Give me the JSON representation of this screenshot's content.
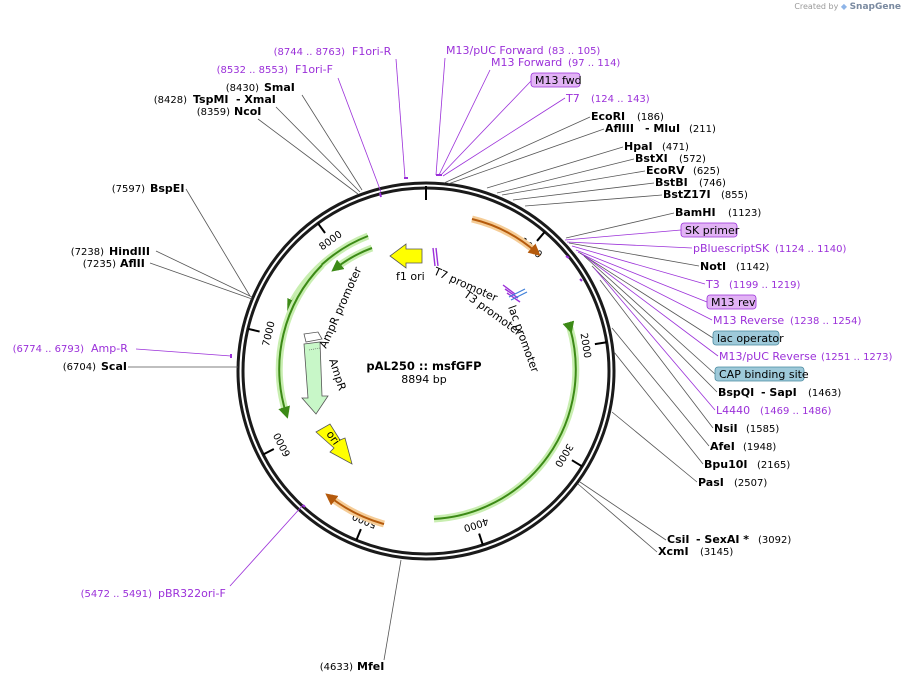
{
  "brand": {
    "created_by": "Created by",
    "name": "SnapGene"
  },
  "plasmid": {
    "name": "pAL250 :: msfGFP",
    "length": "8894 bp"
  },
  "ticks": [
    "1000",
    "2000",
    "3000",
    "4000",
    "5000",
    "6000",
    "7000",
    "8000"
  ],
  "sites": {
    "F1ori_R": {
      "range": "(8744 .. 8763)",
      "name": "F1ori-R"
    },
    "F1ori_F": {
      "range": "(8532 .. 8553)",
      "name": "F1ori-F"
    },
    "M13pUC_F": {
      "name": "M13/pUC Forward",
      "range": "(83 .. 105)"
    },
    "M13_F": {
      "name": "M13 Forward",
      "range": "(97 .. 114)"
    },
    "M13_fwd": {
      "name": "M13 fwd"
    },
    "T7": {
      "name": "T7",
      "range": "(124 .. 143)"
    },
    "SmaI": {
      "num": "(8430)",
      "name": "SmaI"
    },
    "TspMI": {
      "num": "(8428)",
      "name": "TspMI",
      "name2": "- XmaI"
    },
    "NcoI": {
      "num": "(8359)",
      "name": "NcoI"
    },
    "EcoRI": {
      "name": "EcoRI",
      "num": "(186)"
    },
    "AflIII": {
      "name": "AflIII",
      "name2": "- MluI",
      "num": "(211)"
    },
    "HpaI": {
      "name": "HpaI",
      "num": "(471)"
    },
    "BstXI": {
      "name": "BstXI",
      "num": "(572)"
    },
    "EcoRV": {
      "name": "EcoRV",
      "num": "(625)"
    },
    "BstBI": {
      "name": "BstBI",
      "num": "(746)"
    },
    "BstZ17I": {
      "name": "BstZ17I",
      "num": "(855)"
    },
    "BamHI": {
      "name": "BamHI",
      "num": "(1123)"
    },
    "SK_primer": {
      "name": "SK primer"
    },
    "pBluescriptSK": {
      "name": "pBluescriptSK",
      "range": "(1124 .. 1140)"
    },
    "NotI": {
      "name": "NotI",
      "num": "(1142)"
    },
    "T3": {
      "name": "T3",
      "range": "(1199 .. 1219)"
    },
    "M13_rev": {
      "name": "M13 rev"
    },
    "M13_Reverse": {
      "name": "M13 Reverse",
      "range": "(1238 .. 1254)"
    },
    "lac_operator": {
      "name": "lac operator"
    },
    "M13pUC_R": {
      "name": "M13/pUC Reverse",
      "range": "(1251 .. 1273)"
    },
    "CAP": {
      "name": "CAP binding site"
    },
    "BspQI": {
      "name": "BspQI",
      "name2": "- SapI",
      "num": "(1463)"
    },
    "L4440": {
      "name": "L4440",
      "range": "(1469 .. 1486)"
    },
    "NsiI": {
      "name": "NsiI",
      "num": "(1585)"
    },
    "AfeI": {
      "name": "AfeI",
      "num": "(1948)"
    },
    "Bpu10I": {
      "name": "Bpu10I",
      "num": "(2165)"
    },
    "PasI": {
      "name": "PasI",
      "num": "(2507)"
    },
    "CsiI": {
      "name": "CsiI",
      "name2": "- SexAI *",
      "num": "(3092)"
    },
    "XcmI": {
      "name": "XcmI",
      "num": "(3145)"
    },
    "MfeI": {
      "num": "(4633)",
      "name": "MfeI"
    },
    "pBR322ori_F": {
      "range": "(5472 .. 5491)",
      "name": "pBR322ori-F"
    },
    "ScaI": {
      "num": "(6704)",
      "name": "ScaI"
    },
    "Amp_R": {
      "range": "(6774 .. 6793)",
      "name": "Amp-R"
    },
    "HindIII": {
      "num": "(7238)",
      "name": "HindIII"
    },
    "AflII": {
      "num": "(7235)",
      "name": "AflII"
    },
    "BspEI": {
      "num": "(7597)",
      "name": "BspEI"
    }
  },
  "features": {
    "f1_ori": "f1 ori",
    "T7_promoter": "T7 promoter",
    "T3_promoter": "T3 promoter",
    "lac_promoter": "lac promoter",
    "AmpR_promoter": "AmpR promoter",
    "AmpR": "AmpR",
    "ori": "ori"
  },
  "colors": {
    "primer": "#9b30d9",
    "primer_box": "#e2b3f5",
    "misc_box": "#9ec9d9",
    "gfp_arrow": "#3c8a16",
    "gfp_glow": "#c8eeb0",
    "orange_arrow": "#b55a0c",
    "orange_glow": "#f5cc96",
    "ampr_fill": "#c8f7c8",
    "yellow": "#ffff00"
  }
}
